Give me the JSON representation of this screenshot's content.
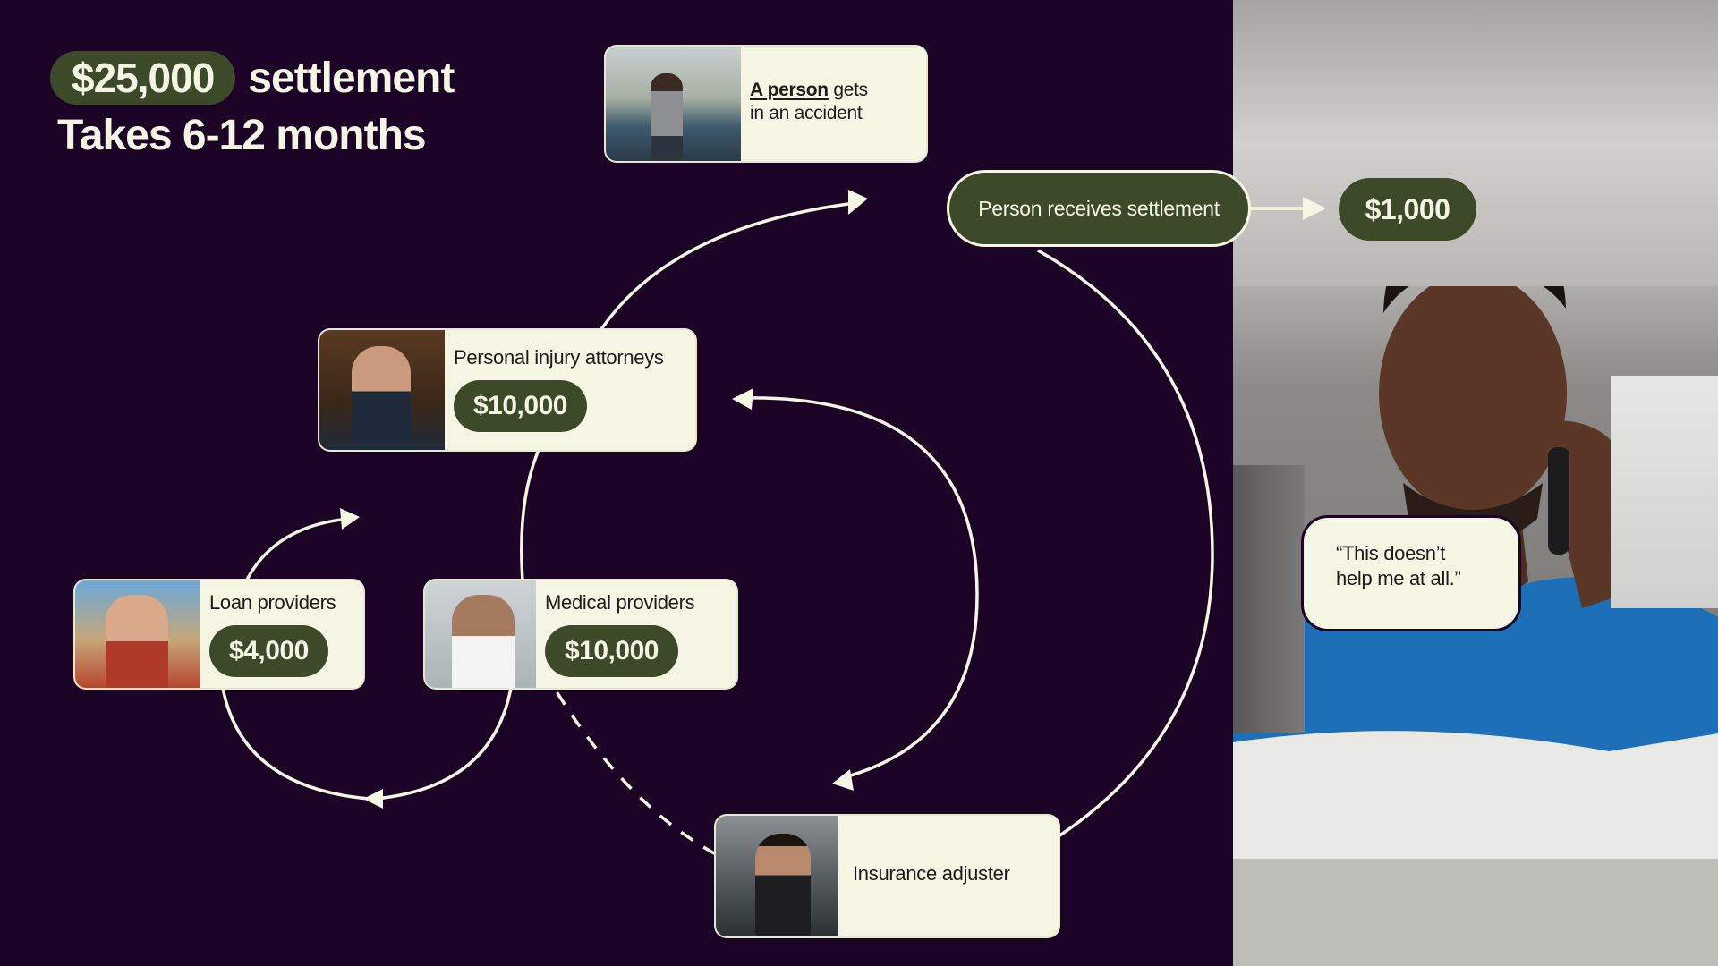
{
  "title": {
    "amount": "$25,000",
    "word": "settlement",
    "duration": "Takes 6-12 months"
  },
  "nodes": {
    "accident": {
      "label_bold": "A person",
      "label_rest": " gets",
      "label_line2": "in an accident"
    },
    "attorneys": {
      "label": "Personal injury attorneys",
      "amount": "$10,000"
    },
    "loan": {
      "label": "Loan providers",
      "amount": "$4,000"
    },
    "medical": {
      "label": "Medical providers",
      "amount": "$10,000"
    },
    "insurance": {
      "label": "Insurance adjuster"
    },
    "settlement": {
      "label": "Person receives settlement"
    },
    "payout": {
      "amount": "$1,000"
    }
  },
  "quote": {
    "line1": "“This doesn’t",
    "line2": "help me at all.”"
  },
  "colors": {
    "background": "#1c0426",
    "pill": "#3c4a2a",
    "card": "#f5f5e3",
    "text_light": "#f5f5e6"
  }
}
